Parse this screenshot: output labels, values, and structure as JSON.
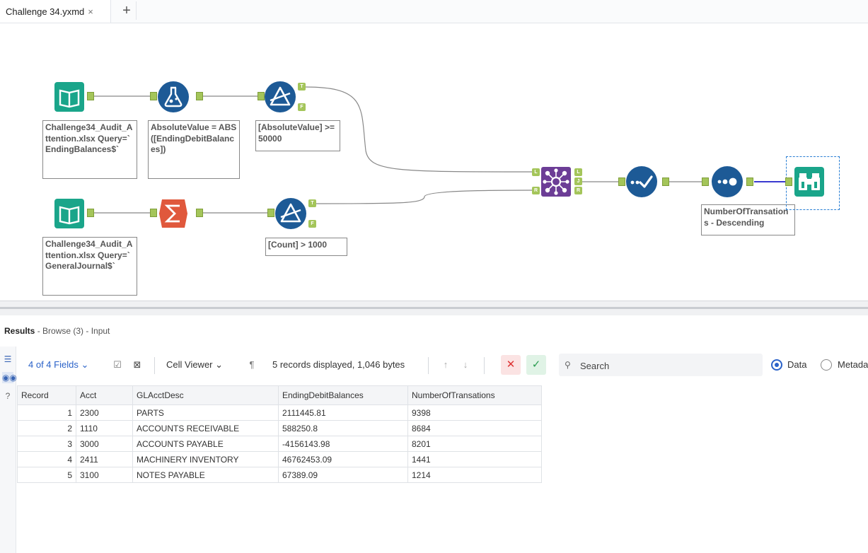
{
  "tab": {
    "title": "Challenge 34.yxmd",
    "close": "×",
    "add": "+"
  },
  "canvas": {
    "tools": {
      "input1": {
        "annotation": "Challenge34_Audit_Attention.xlsx Query=`EndingBalances$`"
      },
      "formula": {
        "annotation": "AbsoluteValue = ABS ([EndingDebitBalances])"
      },
      "filter1": {
        "annotation": "[AbsoluteValue] >= 50000"
      },
      "input2": {
        "annotation": "Challenge34_Audit_Attention.xlsx Query=`GeneralJournal$`"
      },
      "summarize": {
        "annotation": ""
      },
      "filter2": {
        "annotation": "[Count] > 1000"
      },
      "join": {
        "annotation": ""
      },
      "select": {
        "annotation": ""
      },
      "sort": {
        "annotation": "NumberOfTransations - Descending"
      },
      "browse": {
        "annotation": ""
      }
    },
    "anchor_labels": {
      "true": "T",
      "false": "F",
      "left": "L",
      "right": "R",
      "join": "J"
    }
  },
  "results": {
    "title": "Results",
    "subtitle": " - Browse (3) - Input",
    "fields_label": "4 of 4 Fields",
    "cell_viewer_label": "Cell Viewer",
    "records_info": "5 records displayed, 1,046 bytes",
    "search_placeholder": "Search",
    "radio_data": "Data",
    "radio_metadata": "Metada",
    "columns": [
      "Record",
      "Acct",
      "GLAcctDesc",
      "EndingDebitBalances",
      "NumberOfTransations"
    ],
    "rows": [
      [
        "1",
        "2300",
        "PARTS",
        "2111445.81",
        "9398"
      ],
      [
        "2",
        "1110",
        "ACCOUNTS RECEIVABLE",
        "588250.8",
        "8684"
      ],
      [
        "3",
        "3000",
        "ACCOUNTS PAYABLE",
        "-4156143.98",
        "8201"
      ],
      [
        "4",
        "2411",
        "MACHINERY INVENTORY",
        "46762453.09",
        "1441"
      ],
      [
        "5",
        "3100",
        "NOTES PAYABLE",
        "67389.09",
        "1214"
      ]
    ]
  },
  "icons": {
    "input": "book-icon",
    "formula": "flask-icon",
    "filter": "filter-triangle-icon",
    "summarize": "sigma-icon",
    "join": "join-network-icon",
    "select": "select-check-icon",
    "sort": "sort-dots-icon",
    "browse": "binoculars-icon"
  },
  "colors": {
    "input": "#1aa58a",
    "formula": "#1d5a96",
    "filter": "#1d5a96",
    "summarize": "#e0583c",
    "join": "#6c3d96",
    "select": "#1d5a96",
    "sort": "#1d5a96",
    "browse": "#1aa58a",
    "anchor": "#a4c55a",
    "link": "#2a62c9"
  }
}
